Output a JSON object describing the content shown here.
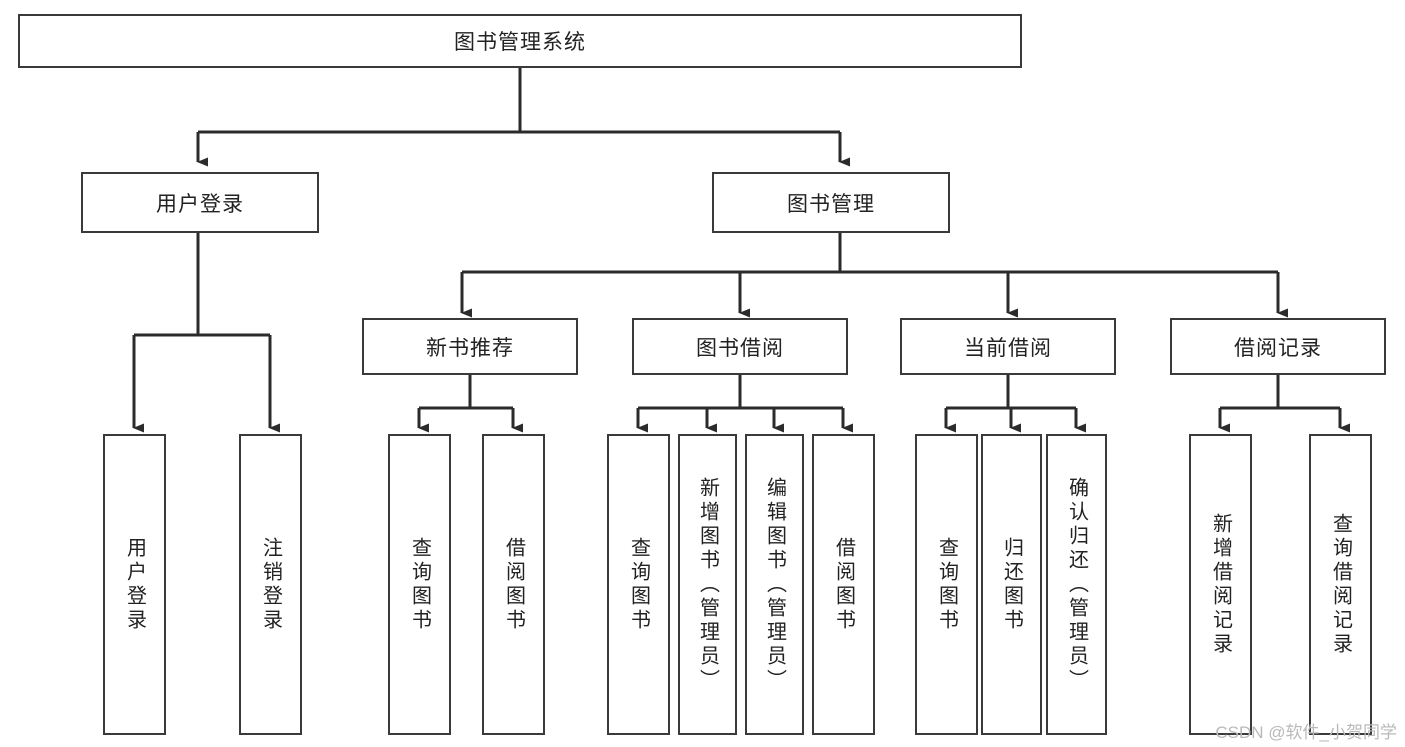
{
  "diagram": {
    "type": "tree",
    "title": "图书管理系统",
    "orientation": "top-down",
    "colors": {
      "box_border": "#3a3a3a",
      "box_fill": "#ffffff",
      "edge": "#2b2b2b",
      "text": "#222222",
      "watermark": "#b9b9b9",
      "background": "#ffffff"
    },
    "nodes": {
      "root": {
        "label": "图书管理系统",
        "level": 0,
        "orient": "horizontal"
      },
      "user_login": {
        "label": "用户登录",
        "level": 1,
        "orient": "horizontal"
      },
      "book_manage": {
        "label": "图书管理",
        "level": 1,
        "orient": "horizontal"
      },
      "new_book_rec": {
        "label": "新书推荐",
        "level": 2,
        "orient": "horizontal"
      },
      "book_borrow": {
        "label": "图书借阅",
        "level": 2,
        "orient": "horizontal"
      },
      "current_borrow": {
        "label": "当前借阅",
        "level": 2,
        "orient": "horizontal"
      },
      "borrow_record": {
        "label": "借阅记录",
        "level": 2,
        "orient": "horizontal"
      },
      "leaf_user_login": {
        "label": "用户登录",
        "level": 3,
        "orient": "vertical"
      },
      "leaf_logout": {
        "label": "注销登录",
        "level": 3,
        "orient": "vertical"
      },
      "leaf_query_book_1": {
        "label": "查询图书",
        "level": 3,
        "orient": "vertical"
      },
      "leaf_borrow_book_1": {
        "label": "借阅图书",
        "level": 3,
        "orient": "vertical"
      },
      "leaf_query_book_2": {
        "label": "查询图书",
        "level": 3,
        "orient": "vertical"
      },
      "leaf_add_book": {
        "label": "新增图书（管理员）",
        "level": 3,
        "orient": "vertical"
      },
      "leaf_edit_book": {
        "label": "编辑图书（管理员）",
        "level": 3,
        "orient": "vertical"
      },
      "leaf_borrow_book_2": {
        "label": "借阅图书",
        "level": 3,
        "orient": "vertical"
      },
      "leaf_query_book_3": {
        "label": "查询图书",
        "level": 3,
        "orient": "vertical"
      },
      "leaf_return_book": {
        "label": "归还图书",
        "level": 3,
        "orient": "vertical"
      },
      "leaf_confirm_return": {
        "label": "确认归还（管理员）",
        "level": 3,
        "orient": "vertical"
      },
      "leaf_add_record": {
        "label": "新增借阅记录",
        "level": 3,
        "orient": "vertical"
      },
      "leaf_query_record": {
        "label": "查询借阅记录",
        "level": 3,
        "orient": "vertical"
      }
    },
    "edges": [
      {
        "from": "root",
        "to": "user_login"
      },
      {
        "from": "root",
        "to": "book_manage"
      },
      {
        "from": "user_login",
        "to": "leaf_user_login"
      },
      {
        "from": "user_login",
        "to": "leaf_logout"
      },
      {
        "from": "book_manage",
        "to": "new_book_rec"
      },
      {
        "from": "book_manage",
        "to": "book_borrow"
      },
      {
        "from": "book_manage",
        "to": "current_borrow"
      },
      {
        "from": "book_manage",
        "to": "borrow_record"
      },
      {
        "from": "new_book_rec",
        "to": "leaf_query_book_1"
      },
      {
        "from": "new_book_rec",
        "to": "leaf_borrow_book_1"
      },
      {
        "from": "book_borrow",
        "to": "leaf_query_book_2"
      },
      {
        "from": "book_borrow",
        "to": "leaf_add_book"
      },
      {
        "from": "book_borrow",
        "to": "leaf_edit_book"
      },
      {
        "from": "book_borrow",
        "to": "leaf_borrow_book_2"
      },
      {
        "from": "current_borrow",
        "to": "leaf_query_book_3"
      },
      {
        "from": "current_borrow",
        "to": "leaf_return_book"
      },
      {
        "from": "current_borrow",
        "to": "leaf_confirm_return"
      },
      {
        "from": "borrow_record",
        "to": "leaf_add_record"
      },
      {
        "from": "borrow_record",
        "to": "leaf_query_record"
      }
    ]
  },
  "watermark": {
    "text": "CSDN @软件_小贺同学"
  }
}
